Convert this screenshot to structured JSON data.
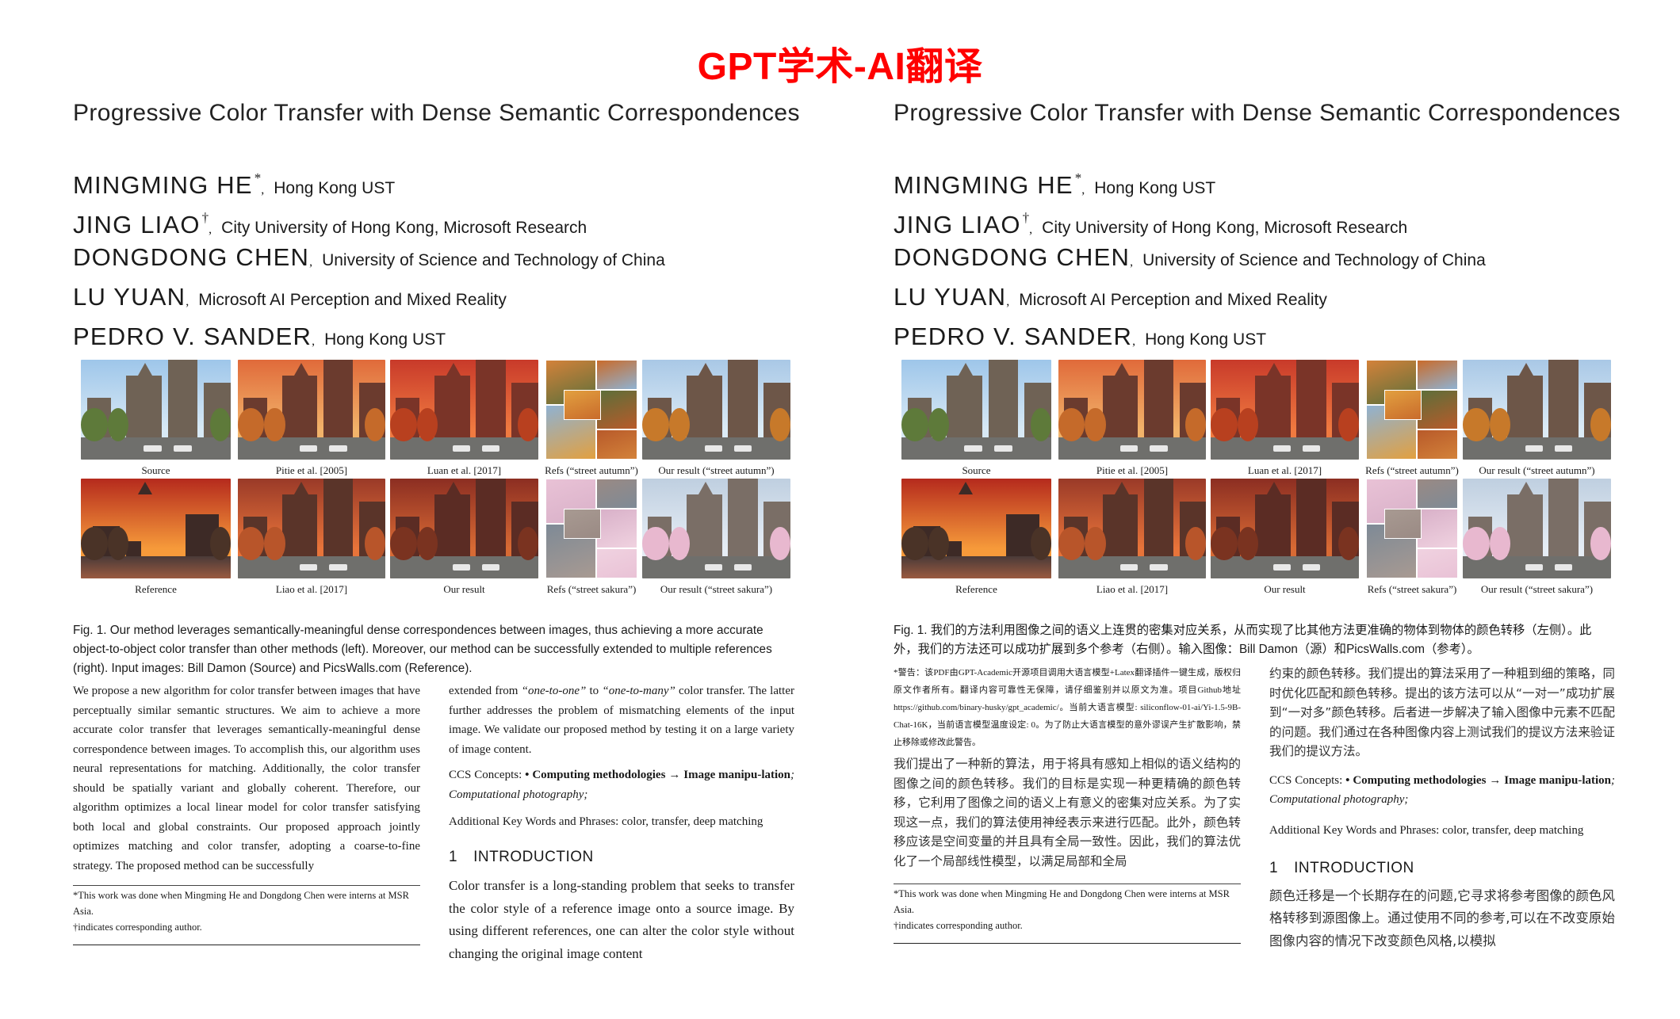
{
  "banner": "GPT学术-AI翻译",
  "paper": {
    "title": "Progressive Color Transfer with Dense Semantic Correspondences",
    "authors": [
      {
        "name": "MINGMING HE",
        "mark": "*",
        "affiliation": "Hong Kong UST"
      },
      {
        "name": "JING LIAO",
        "mark": "†",
        "affiliation": "City University of Hong Kong, Microsoft Research"
      },
      {
        "name": "DONGDONG CHEN",
        "mark": "",
        "affiliation": "University of Science and Technology of China"
      },
      {
        "name": "LU YUAN",
        "mark": "",
        "affiliation": "Microsoft AI Perception and Mixed Reality"
      },
      {
        "name": "PEDRO V. SANDER",
        "mark": "",
        "affiliation": "Hong Kong UST"
      }
    ],
    "figure_captions": {
      "row1": [
        "Source",
        "Pitie et al. [2005]",
        "Luan et al. [2017]",
        "Refs (“street autumn”)",
        "Our result (“street autumn”)"
      ],
      "row2": [
        "Reference",
        "Liao et al. [2017]",
        "Our result",
        "Refs (“street sakura”)",
        "Our result (“street sakura”)"
      ]
    },
    "footnotes": {
      "work": "*This work was done when Mingming He and Dongdong Chen were interns at MSR Asia.",
      "corresponding": "†indicates corresponding author."
    },
    "section1": {
      "num": "1",
      "title": "INTRODUCTION"
    }
  },
  "left": {
    "fig_caption": "Fig. 1.  Our method leverages semantically-meaningful dense correspondences between images, thus achieving a more accurate object-to-object color transfer than other methods (left). Moreover, our method can be successfully extended to multiple references (right). Input images: Bill Damon (Source) and PicsWalls.com (Reference).",
    "abstract": "We propose a new algorithm for color transfer between images that have perceptually similar semantic structures. We aim to achieve a more accurate color transfer that leverages semantically-meaningful dense correspondence between images. To accomplish this, our algorithm uses neural representations for matching. Additionally, the color transfer should be spatially variant and globally coherent. Therefore, our algorithm optimizes a local linear model for color transfer satisfying both local and global constraints. Our proposed approach jointly optimizes matching and color transfer, adopting a coarse-to-fine strategy. The proposed method can be successfully",
    "abstract_cont": {
      "pre": "extended from ",
      "em1": "“one-to-one”",
      "mid": " to ",
      "em2": "“one-to-many”",
      "post": " color transfer. The latter further addresses the problem of mismatching elements of the input image. We validate our proposed method by testing it on a large variety of image content."
    },
    "ccs": {
      "label": "CCS Concepts: ",
      "bold": "• Computing methodologies → Image manipu-lation",
      "rest": "; Computational photography;"
    },
    "keywords": "Additional Key Words and Phrases: color, transfer, deep matching",
    "intro": "Color transfer is a long-standing problem that seeks to transfer the color style of a reference image onto a source image. By using different references, one can alter the color style without changing the original image content"
  },
  "right": {
    "fig_caption": "Fig. 1.  我们的方法利用图像之间的语义上连贯的密集对应关系，从而实现了比其他方法更准确的物体到物体的颜色转移（左侧）。此外，我们的方法还可以成功扩展到多个参考（右侧）。输入图像：Bill Damon（源）和PicsWalls.com（参考）。",
    "warning": "*警告：该PDF由GPT-Academic开源项目调用大语言模型+Latex翻译插件一键生成，版权归原文作者所有。翻译内容可靠性无保障，请仔细鉴别并以原文为准。项目Github地址 https://github.com/binary-husky/gpt_academic/。当前大语言模型: siliconflow-01-ai/Yi-1.5-9B-Chat-16K，当前语言模型温度设定: 0。为了防止大语言模型的意外谬误产生扩散影响，禁止移除或修改此警告。",
    "abstract": "我们提出了一种新的算法，用于将具有感知上相似的语义结构的图像之间的颜色转移。我们的目标是实现一种更精确的颜色转移，它利用了图像之间的语义上有意义的密集对应关系。为了实现这一点，我们的算法使用神经表示来进行匹配。此外，颜色转移应该是空间变量的并且具有全局一致性。因此，我们的算法优化了一个局部线性模型，以满足局部和全局",
    "abstract_cont": "约束的颜色转移。我们提出的算法采用了一种粗到细的策略，同时优化匹配和颜色转移。提出的该方法可以从“一对一”成功扩展到“一对多”颜色转移。后者进一步解决了输入图像中元素不匹配的问题。我们通过在各种图像内容上测试我们的提议方法来验证我们的提议方法。",
    "ccs": {
      "label": "CCS Concepts: ",
      "bold": "• Computing methodologies → Image manipu-lation",
      "rest": "; Computational photography;"
    },
    "keywords": "Additional Key Words and Phrases: color, transfer, deep matching",
    "intro": "颜色迁移是一个长期存在的问题,它寻求将参考图像的颜色风格转移到源图像上。通过使用不同的参考,可以在不改变原始图像内容的情况下改变颜色风格,以模拟"
  }
}
